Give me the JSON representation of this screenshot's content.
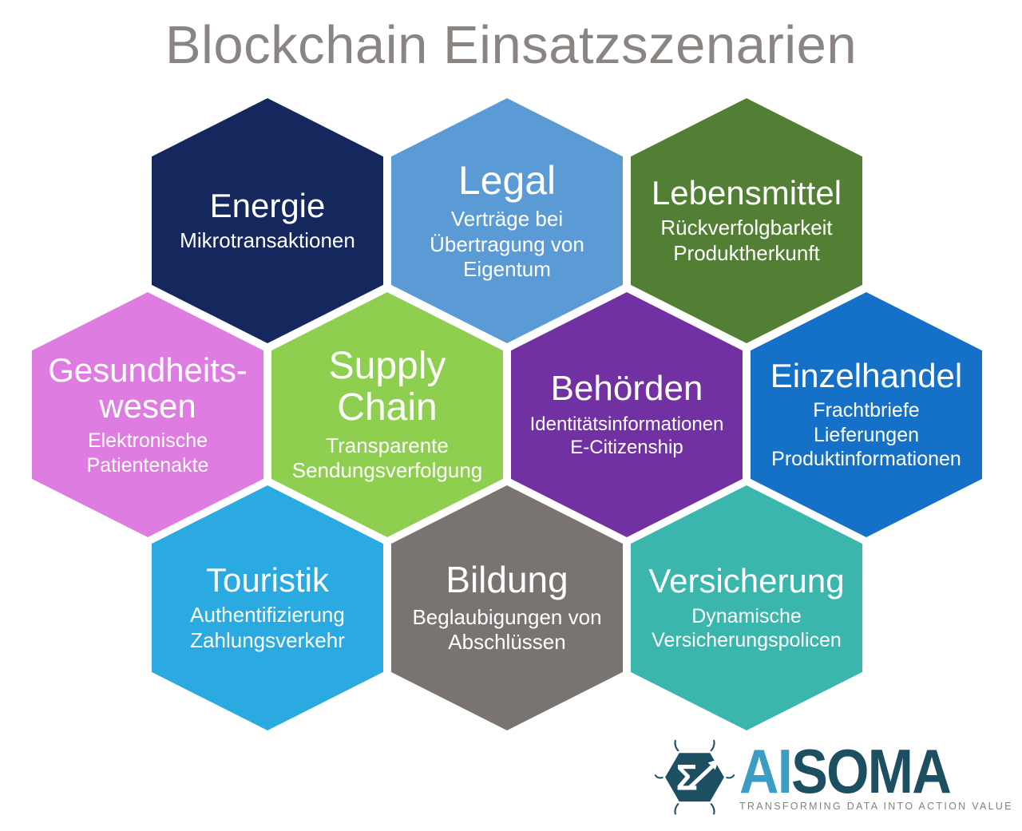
{
  "page": {
    "title": "Blockchain Einsatzszenarien",
    "title_color": "#8a8582",
    "background": "#ffffff"
  },
  "hexagons": [
    {
      "id": "energie",
      "title": "Energie",
      "subtitle": "Mikrotransaktionen",
      "color": "#14285e",
      "text_color": "#ffffff"
    },
    {
      "id": "legal",
      "title": "Legal",
      "subtitle": "Verträge bei\nÜbertragung von\nEigentum",
      "color": "#5b9bd5",
      "text_color": "#ffffff"
    },
    {
      "id": "lebensmittel",
      "title": "Lebensmittel",
      "subtitle": "Rückverfolgbarkeit\nProduktherkunft",
      "color": "#527f33",
      "text_color": "#ffffff"
    },
    {
      "id": "gesundheitswesen",
      "title": "Gesundheits-\nwesen",
      "subtitle": "Elektronische\nPatientenakte",
      "color": "#df7ce2",
      "text_color": "#ffffff"
    },
    {
      "id": "supply-chain",
      "title": "Supply\nChain",
      "subtitle": "Transparente\nSendungsverfolgung",
      "color": "#8ecf4f",
      "text_color": "#ffffff"
    },
    {
      "id": "behoerden",
      "title": "Behörden",
      "subtitle": "Identitätsinformationen\nE-Citizenship",
      "color": "#7231a2",
      "text_color": "#ffffff"
    },
    {
      "id": "einzelhandel",
      "title": "Einzelhandel",
      "subtitle": "Frachtbriefe\nLieferungen\nProduktinformationen",
      "color": "#1571c8",
      "text_color": "#ffffff"
    },
    {
      "id": "touristik",
      "title": "Touristik",
      "subtitle": "Authentifizierung\nZahlungsverkehr",
      "color": "#2aaae1",
      "text_color": "#ffffff"
    },
    {
      "id": "bildung",
      "title": "Bildung",
      "subtitle": "Beglaubigungen von\nAbschlüssen",
      "color": "#797471",
      "text_color": "#ffffff"
    },
    {
      "id": "versicherung",
      "title": "Versicherung",
      "subtitle": "Dynamische\nVersicherungspolicen",
      "color": "#3ab6ac",
      "text_color": "#ffffff"
    }
  ],
  "logo": {
    "part1": "AI",
    "part2": "SOMA",
    "tagline": "TRANSFORMING DATA INTO ACTION VALUE",
    "icon_symbol": "Σ",
    "colors": {
      "light_blue": "#3b9dc4",
      "dark_teal": "#1d4f63",
      "tagline_gray": "#808285"
    }
  }
}
